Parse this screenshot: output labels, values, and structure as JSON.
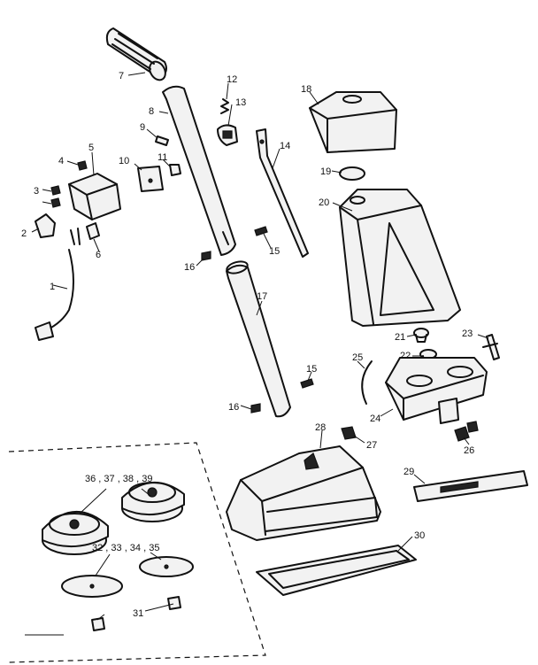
{
  "callouts": {
    "c1": "1",
    "c2": "2",
    "c3": "3",
    "c4": "4",
    "c5": "5",
    "c6": "6",
    "c7": "7",
    "c8": "8",
    "c9": "9",
    "c10": "10",
    "c11": "11",
    "c12": "12",
    "c13": "13",
    "c14": "14",
    "c15a": "15",
    "c15b": "15",
    "c16a": "16",
    "c16b": "16",
    "c17": "17",
    "c18": "18",
    "c19": "19",
    "c20": "20",
    "c21": "21",
    "c22": "22",
    "c23": "23",
    "c24": "24",
    "c25": "25",
    "c26": "26",
    "c27": "27",
    "c28": "28",
    "c29": "29",
    "c30": "30",
    "c31": "31",
    "c36_39": "36 , 37 , 38 , 39",
    "c32_35": "32 , 33 , 34 , 35"
  }
}
